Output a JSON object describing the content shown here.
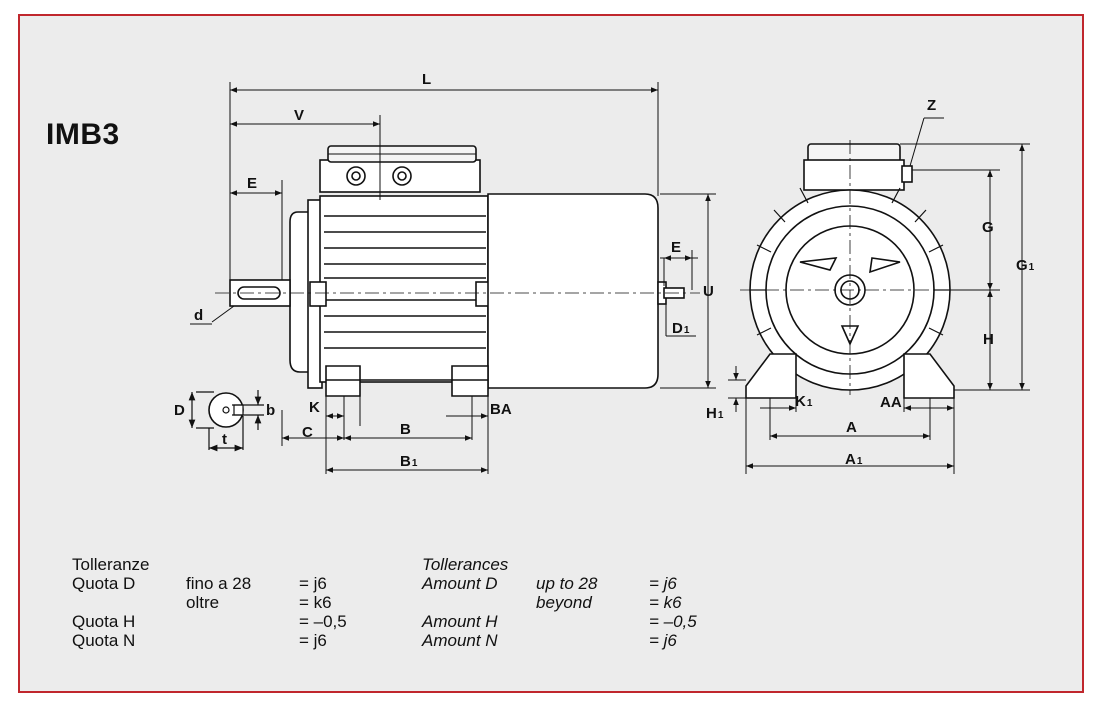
{
  "title": "IMB3",
  "labels": {
    "L": "L",
    "V": "V",
    "E_left": "E",
    "E_right": "E",
    "d": "d",
    "D": "D",
    "b": "b",
    "t": "t",
    "K": "K",
    "C": "C",
    "B": "B",
    "BA": "BA",
    "B1": "B",
    "B1_sub": "1",
    "U": "U",
    "D1": "D",
    "D1_sub": "1",
    "Z": "Z",
    "G": "G",
    "G1": "G",
    "G1_sub": "1",
    "H": "H",
    "H1": "H",
    "H1_sub": "1",
    "K1": "K",
    "K1_sub": "1",
    "AA": "AA",
    "A": "A",
    "A1": "A",
    "A1_sub": "1"
  },
  "tolerances_it": {
    "heading": "Tolleranze",
    "rows": [
      {
        "label": "Quota D",
        "cond": "fino a 28",
        "val": "= j6"
      },
      {
        "label": "",
        "cond": "oltre",
        "val": "= k6"
      },
      {
        "label": "Quota H",
        "cond": "",
        "val": "= –0,5"
      },
      {
        "label": "Quota N",
        "cond": "",
        "val": "= j6"
      }
    ]
  },
  "tolerances_en": {
    "heading": "Tollerances",
    "rows": [
      {
        "label": "Amount D",
        "cond": "up to 28",
        "val": "= j6"
      },
      {
        "label": "",
        "cond": "beyond",
        "val": "= k6"
      },
      {
        "label": "Amount H",
        "cond": "",
        "val": "= –0,5"
      },
      {
        "label": "Amount N",
        "cond": "",
        "val": "= j6"
      }
    ]
  }
}
